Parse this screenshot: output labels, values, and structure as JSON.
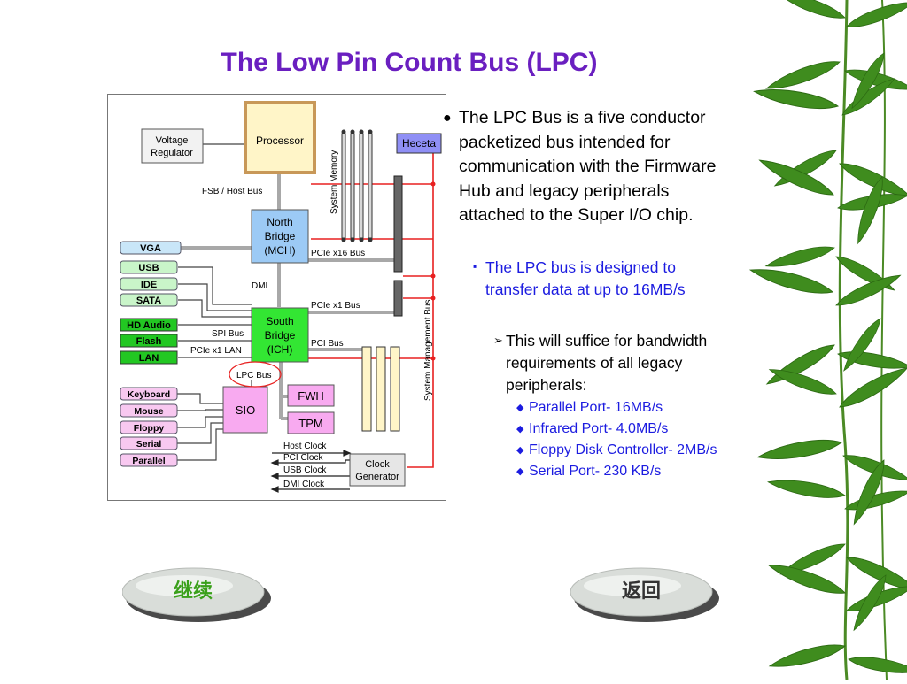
{
  "slide": {
    "title": "The Low Pin Count Bus (LPC)"
  },
  "diagram": {
    "boxes": {
      "processor": "Processor",
      "voltage_regulator_1": "Voltage",
      "voltage_regulator_2": "Regulator",
      "heceta": "Heceta",
      "north_bridge_1": "North",
      "north_bridge_2": "Bridge",
      "north_bridge_3": "(MCH)",
      "south_bridge_1": "South",
      "south_bridge_2": "Bridge",
      "south_bridge_3": "(ICH)",
      "sio": "SIO",
      "fwh": "FWH",
      "tpm": "TPM",
      "clock_gen_1": "Clock",
      "clock_gen_2": "Generator"
    },
    "ports": {
      "vga": "VGA",
      "usb": "USB",
      "ide": "IDE",
      "sata": "SATA",
      "hd_audio": "HD Audio",
      "flash": "Flash",
      "lan": "LAN",
      "keyboard": "Keyboard",
      "mouse": "Mouse",
      "floppy": "Floppy",
      "serial": "Serial",
      "parallel": "Parallel"
    },
    "labels": {
      "fsb": "FSB / Host Bus",
      "system_memory": "System Memory",
      "pcie_x16": "PCIe x16 Bus",
      "dmi": "DMI",
      "pcie_x1": "PCIe x1 Bus",
      "spi": "SPI Bus",
      "pcie_x1_lan": "PCIe x1 LAN",
      "pci_bus": "PCI Bus",
      "lpc_bus": "LPC Bus",
      "smbus": "System Management Bus",
      "host_clock": "Host Clock",
      "pci_clock": "PCI Clock",
      "usb_clock": "USB Clock",
      "dmi_clock": "DMI Clock"
    }
  },
  "bullets": {
    "level1": "The LPC Bus is a five conductor packetized bus intended for communication with the Firmware Hub and legacy peripherals attached to the Super I/O chip.",
    "level2": "The LPC bus is designed to transfer data at up to 16MB/s",
    "level3": "This will suffice for bandwidth requirements of all legacy peripherals:",
    "level4": [
      "Parallel Port- 16MB/s",
      "Infrared Port- 4.0MB/s",
      "Floppy Disk Controller- 2MB/s",
      "Serial Port- 230 KB/s"
    ]
  },
  "nav": {
    "continue": "继续",
    "back": "返回"
  },
  "colors": {
    "title": "#6a1fc0",
    "body_text": "#000000",
    "sub_text": "#1c1ce0",
    "processor_fill": "#fff5c8",
    "processor_border": "#c89858",
    "bridge_blue": "#9ccaf5",
    "south_green": "#33e633",
    "port_green": "#c9f5c9",
    "port_bright_green": "#22c722",
    "pink": "#f8aaf0",
    "heceta_fill": "#8f8ff5",
    "smbus_red": "#e82020",
    "bamboo_green": "#3f8c1e"
  }
}
